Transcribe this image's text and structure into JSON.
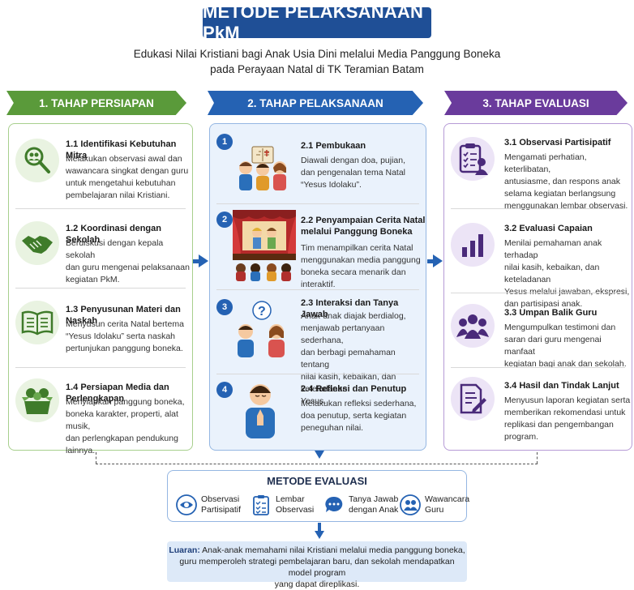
{
  "header": {
    "title": "METODE PELAKSANAAN PkM",
    "subtitle_line1": "Edukasi Nilai Kristiani bagi Anak Usia Dini melalui Media Panggung Boneka",
    "subtitle_line2": "pada Perayaan Natal di TK Teramian Batam"
  },
  "phases": [
    {
      "label": "1. TAHAP PERSIAPAN",
      "color": "#5a9a3a",
      "items": [
        {
          "title": "1.1 Identifikasi Kebutuhan Mitra",
          "lines": [
            "Melakukan observasi awal dan",
            "wawancara singkat dengan guru",
            "untuk mengetahui kebutuhan",
            "pembelajaran nilai Kristiani."
          ],
          "icon": "magnifier-people-icon"
        },
        {
          "title": "1.2 Koordinasi dengan Sekolah",
          "lines": [
            "Berdiskusi dengan kepala sekolah",
            "dan guru mengenai pelaksanaan",
            "kegiatan PkM."
          ],
          "icon": "handshake-icon"
        },
        {
          "title": "1.3 Penyusunan Materi dan Naskah",
          "lines": [
            "Menyusun cerita Natal bertema",
            "“Yesus Idolaku” serta naskah",
            "pertunjukan panggung boneka."
          ],
          "icon": "open-book-icon"
        },
        {
          "title": "1.4 Persiapan Media dan Perlengkapan",
          "lines": [
            "Menyiapkan panggung boneka,",
            "boneka karakter, properti, alat musik,",
            "dan perlengkapan pendukung lainnya."
          ],
          "icon": "puppet-box-icon"
        }
      ]
    },
    {
      "label": "2. TAHAP PELAKSANAAN",
      "color": "#2562b3",
      "items": [
        {
          "num": "1",
          "title": "2.1 Pembukaan",
          "lines": [
            "Diawali dengan doa, pujian,",
            "dan pengenalan tema Natal",
            "“Yesus Idolaku”."
          ],
          "icon": "children-bible-icon"
        },
        {
          "num": "2",
          "title_line1": "2.2 Penyampaian Cerita Natal",
          "title_line2": "melalui Panggung Boneka",
          "lines": [
            "Tim menampilkan cerita Natal",
            "menggunakan media panggung",
            "boneka secara menarik dan interaktif."
          ],
          "icon": "puppet-stage-icon"
        },
        {
          "num": "3",
          "title": "2.3 Interaksi dan Tanya Jawab",
          "lines": [
            "Anak-anak diajak berdialog,",
            "menjawab pertanyaan sederhana,",
            "dan berbagi pemahaman tentang",
            "nilai kasih, kebaikan, dan keteladanan",
            "Yesus."
          ],
          "icon": "children-question-icon"
        },
        {
          "num": "4",
          "title": "2.4 Refleksi dan Penutup",
          "lines": [
            "Melakukan refleksi sederhana,",
            "doa penutup, serta kegiatan",
            "peneguhan nilai."
          ],
          "icon": "praying-child-icon"
        }
      ]
    },
    {
      "label": "3. TAHAP EVALUASI",
      "color": "#6a3b9c",
      "items": [
        {
          "title": "3.1 Observasi Partisipatif",
          "lines": [
            "Mengamati perhatian, keterlibatan,",
            "antusiasme, dan respons anak",
            "selama kegiatan berlangsung",
            "menggunakan lembar observasi."
          ],
          "icon": "clipboard-person-icon"
        },
        {
          "title": "3.2 Evaluasi Capaian",
          "lines": [
            "Menilai pemahaman anak terhadap",
            "nilai kasih, kebaikan, dan keteladanan",
            "Yesus melalui jawaban, ekspresi,",
            "dan partisipasi anak."
          ],
          "icon": "bar-chart-icon"
        },
        {
          "title": "3.3 Umpan Balik Guru",
          "lines": [
            "Mengumpulkan testimoni dan",
            "saran dari guru mengenai manfaat",
            "kegiatan bagi anak dan sekolah."
          ],
          "icon": "group-icon"
        },
        {
          "title": "3.4 Hasil dan Tindak Lanjut",
          "lines": [
            "Menyusun laporan kegiatan serta",
            "memberikan rekomendasi untuk",
            "replikasi dan pengembangan",
            "program."
          ],
          "icon": "report-pen-icon"
        }
      ]
    }
  ],
  "evaluation_methods": {
    "title": "METODE EVALUASI",
    "items": [
      {
        "line1": "Observasi",
        "line2": "Partisipatif",
        "icon": "eye-icon"
      },
      {
        "line1": "Lembar",
        "line2": "Observasi",
        "icon": "checklist-icon"
      },
      {
        "line1": "Tanya Jawab",
        "line2": "dengan Anak",
        "icon": "chat-bubble-icon"
      },
      {
        "line1": "Wawancara",
        "line2": "Guru",
        "icon": "people-icon"
      }
    ]
  },
  "outcome": {
    "label": "Luaran:",
    "line1": "Anak-anak memahami nilai Kristiani melalui media panggung boneka,",
    "line2": "guru memperoleh strategi pembelajaran baru, dan sekolah mendapatkan model program",
    "line3": "yang dapat direplikasi."
  },
  "colors": {
    "navy": "#1f4f96",
    "green": "#5a9a3a",
    "blue": "#2562b3",
    "purple": "#6a3b9c"
  }
}
